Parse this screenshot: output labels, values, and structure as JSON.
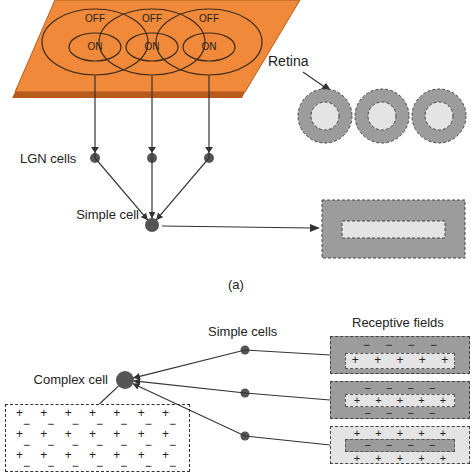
{
  "diagram": {
    "nodes": [
      {
        "text": [
          "Retina"
        ]
      },
      {
        "text": [
          "OFF",
          "ON"
        ],
        "in": 0
      },
      {
        "text": [
          "OFF",
          "ON"
        ],
        "in": 0
      },
      {
        "text": [
          "OFF",
          "ON"
        ],
        "in": 0
      },
      {
        "text": [
          "Simple cell"
        ]
      },
      {
        "text": [
          "Complex cell"
        ]
      },
      {
        "text": [
          "− − − −",
          "+ + + + +"
        ]
      },
      {
        "text": [
          "− − − −",
          "+ + + + +",
          "− − − −"
        ]
      },
      {
        "text": [
          "+ + + + +",
          "− − − −",
          "+ + + + +"
        ]
      },
      {
        "text": [
          "+ + + + + + +",
          "− − − − − − −",
          "+ + + + + + +",
          "− − − − − − −",
          "+ + + + + + +",
          "− − − − − − −"
        ]
      }
    ],
    "edges": [
      {
        "from": 1,
        "to": 4,
        "arrow": "to"
      },
      {
        "from": 2,
        "to": 4,
        "arrow": "to"
      },
      {
        "from": 3,
        "to": 4,
        "arrow": "to"
      },
      {
        "from": 6,
        "to": 5,
        "arrow": "to"
      },
      {
        "from": 7,
        "to": 5,
        "arrow": "to"
      },
      {
        "from": 8,
        "to": 5,
        "arrow": "to"
      },
      {
        "from": 5,
        "to": 9,
        "arrow": "none"
      }
    ],
    "labels": [
      "LGN cells",
      "(a)",
      "Simple cells",
      "Receptive fields"
    ]
  }
}
